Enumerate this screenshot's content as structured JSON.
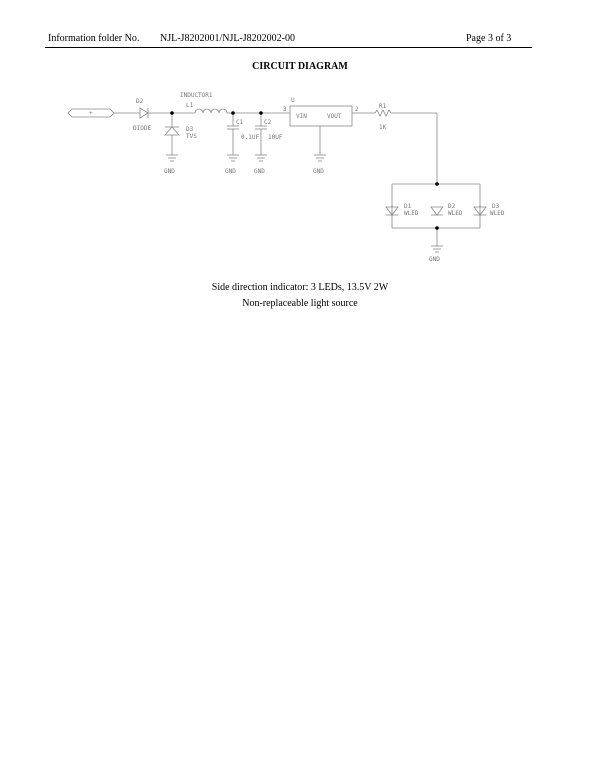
{
  "header": {
    "folder_label": "Information folder No.",
    "folder_number": "NJL-J8202001/NJL-J8202002-00",
    "page": "Page  3  of  3"
  },
  "title": "CIRCUIT DIAGRAM",
  "schematic": {
    "connector_label": "+",
    "diode_ref": "D2",
    "diode_name": "DIODE",
    "tvs_ref": "D3",
    "tvs_name": "TVS",
    "inductor_name": "INDUCTOR1",
    "inductor_ref": "L1",
    "c1_ref": "C1",
    "c1_value": "0.1UF",
    "c2_ref": "C2",
    "c2_value": "10UF",
    "regulator_ref": "U",
    "pin_in": "3",
    "pin_out": "2",
    "pin_vin": "VIN",
    "pin_vout": "VOUT",
    "regulator_gnd": "GND",
    "r1_ref": "R1",
    "r1_value": "1K",
    "led_refs": [
      "D1",
      "D2",
      "D3"
    ],
    "led_name": "WLED",
    "gnd": "GND"
  },
  "captions": {
    "line1": "Side direction indicator: 3 LEDs, 13.5V 2W",
    "line2": "Non-replaceable light source"
  }
}
